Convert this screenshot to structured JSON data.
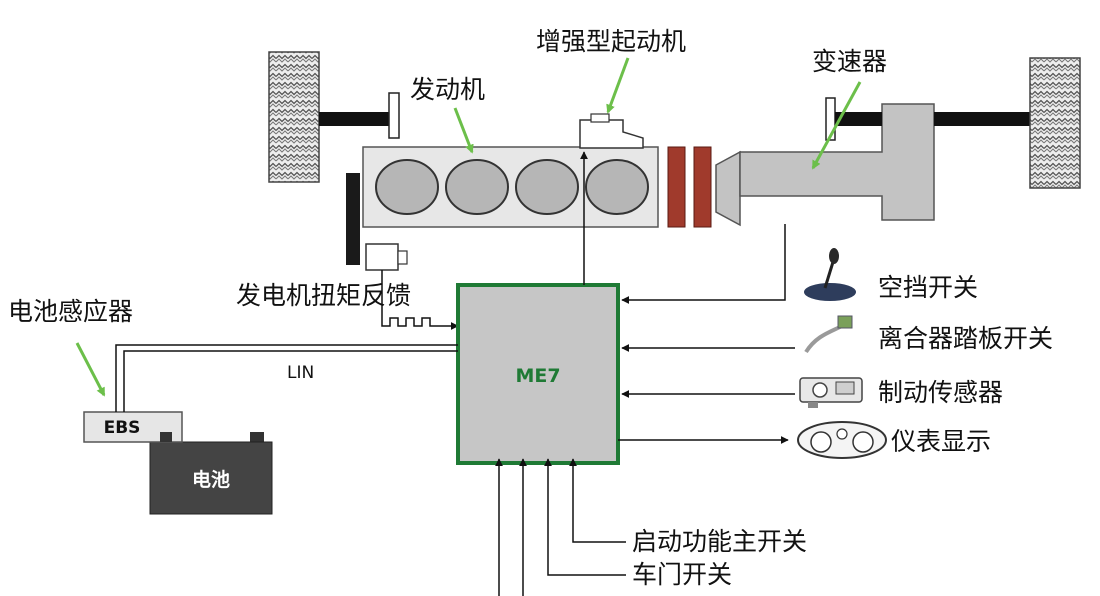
{
  "labels": {
    "engine": "发动机",
    "starter": "增强型起动机",
    "transmission": "变速器",
    "alternator_feedback": "发电机扭矩反馈",
    "battery_sensor": "电池感应器",
    "lin": "LIN",
    "ebs": "EBS",
    "battery": "电池",
    "ecu": "ME7",
    "neutral_switch": "空挡开关",
    "clutch_pedal_switch": "离合器踏板开关",
    "brake_sensor": "制动传感器",
    "instrument_display": "仪表显示",
    "start_function_main_switch": "启动功能主开关",
    "door_switch": "车门开关"
  },
  "colors": {
    "ecu_border": "#1f7a35",
    "ecu_fill": "#c6c6c6",
    "ecu_text": "#1f7a35",
    "pointer_arrow": "#6cbf4a",
    "clutch_disc": "#a03a2c",
    "transmission_fill": "#c3c3c3",
    "engine_block": "#e7e7e7",
    "cylinder": "#b6b6b6",
    "battery": "#444444",
    "ebs_box": "#e6e6e6",
    "line": "#111111"
  },
  "icons": [
    "neutral-switch-icon",
    "clutch-pedal-icon",
    "brake-sensor-icon",
    "instrument-gauge-icon"
  ]
}
